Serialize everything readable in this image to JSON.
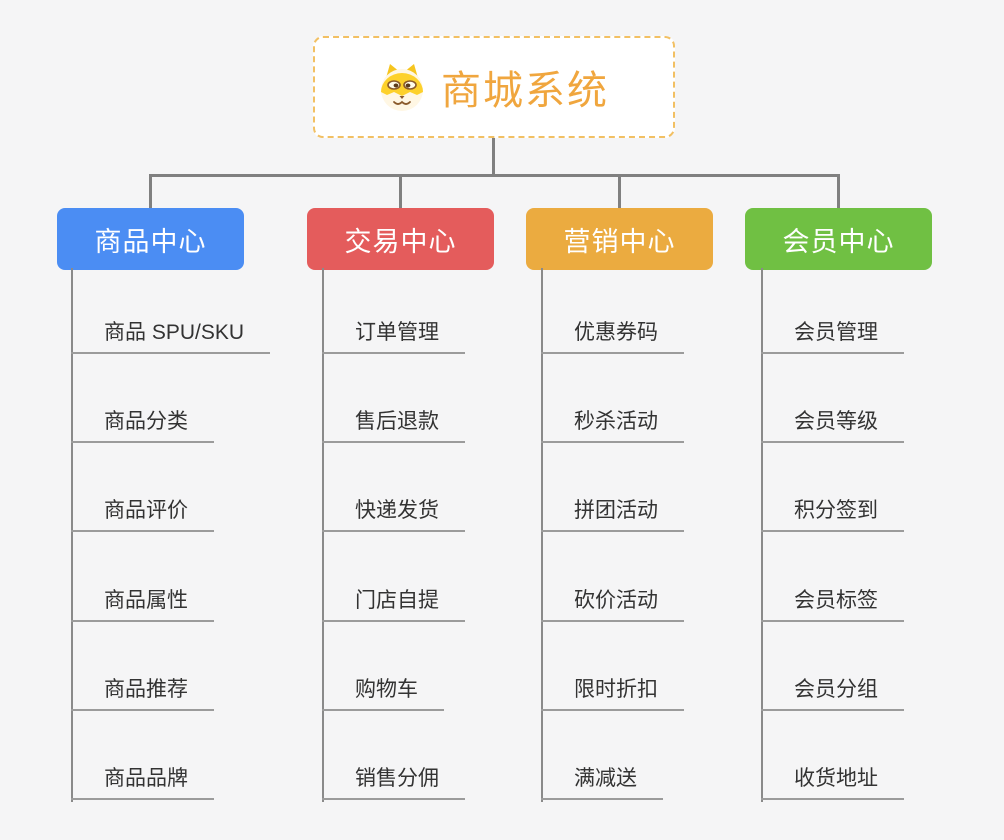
{
  "background_color": "#f5f5f6",
  "connector_color": "#808080",
  "root": {
    "title": "商城系统",
    "icon": "dog-face-icon",
    "text_color": "#f0a63e",
    "border_color": "#f2c063"
  },
  "branches": [
    {
      "label": "商品中心",
      "color": "#4b8df3",
      "children": [
        "商品 SPU/SKU",
        "商品分类",
        "商品评价",
        "商品属性",
        "商品推荐",
        "商品品牌"
      ]
    },
    {
      "label": "交易中心",
      "color": "#e45c5c",
      "children": [
        "订单管理",
        "售后退款",
        "快递发货",
        "门店自提",
        "购物车",
        "销售分佣"
      ]
    },
    {
      "label": "营销中心",
      "color": "#ebab40",
      "children": [
        "优惠券码",
        "秒杀活动",
        "拼团活动",
        "砍价活动",
        "限时折扣",
        "满减送"
      ]
    },
    {
      "label": "会员中心",
      "color": "#70c043",
      "children": [
        "会员管理",
        "会员等级",
        "积分签到",
        "会员标签",
        "会员分组",
        "收货地址"
      ]
    }
  ]
}
